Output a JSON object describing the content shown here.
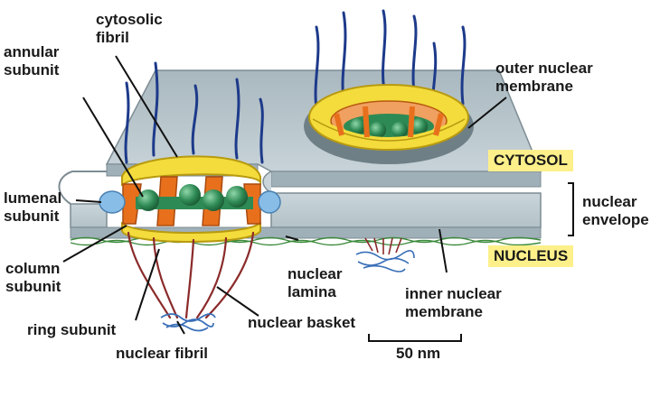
{
  "labels": {
    "cytosolic_fibril": [
      "cytosolic",
      "fibril"
    ],
    "annular_subunit": [
      "annular",
      "subunit"
    ],
    "outer_nuclear_membrane": [
      "outer nuclear",
      "membrane"
    ],
    "lumenal_subunit": [
      "lumenal",
      "subunit"
    ],
    "nuclear_envelope": [
      "nuclear",
      "envelope"
    ],
    "column_subunit": [
      "column",
      "subunit"
    ],
    "ring_subunit": "ring subunit",
    "nuclear_fibril": "nuclear fibril",
    "nuclear_basket": "nuclear basket",
    "nuclear_lamina": [
      "nuclear",
      "lamina"
    ],
    "inner_nuclear_membrane": [
      "inner nuclear",
      "membrane"
    ],
    "scale_bar": "50 nm"
  },
  "regions": {
    "cytosol": "CYTOSOL",
    "nucleus": "NUCLEUS"
  },
  "colors": {
    "membrane": "#b8c6cc",
    "membrane_edge": "#7d8c93",
    "ring_yellow": "#f3dc3c",
    "ring_outline": "#b89a10",
    "column_orange": "#e8701c",
    "central_green": "#2e8a54",
    "lumenal_blue": "#88bde8",
    "cytosolic_fibril_blue": "#1d3a8a",
    "basket_red": "#8b2a2a",
    "lamina_green": "#3c8a3c",
    "region_highlight": "#fdf08a"
  }
}
